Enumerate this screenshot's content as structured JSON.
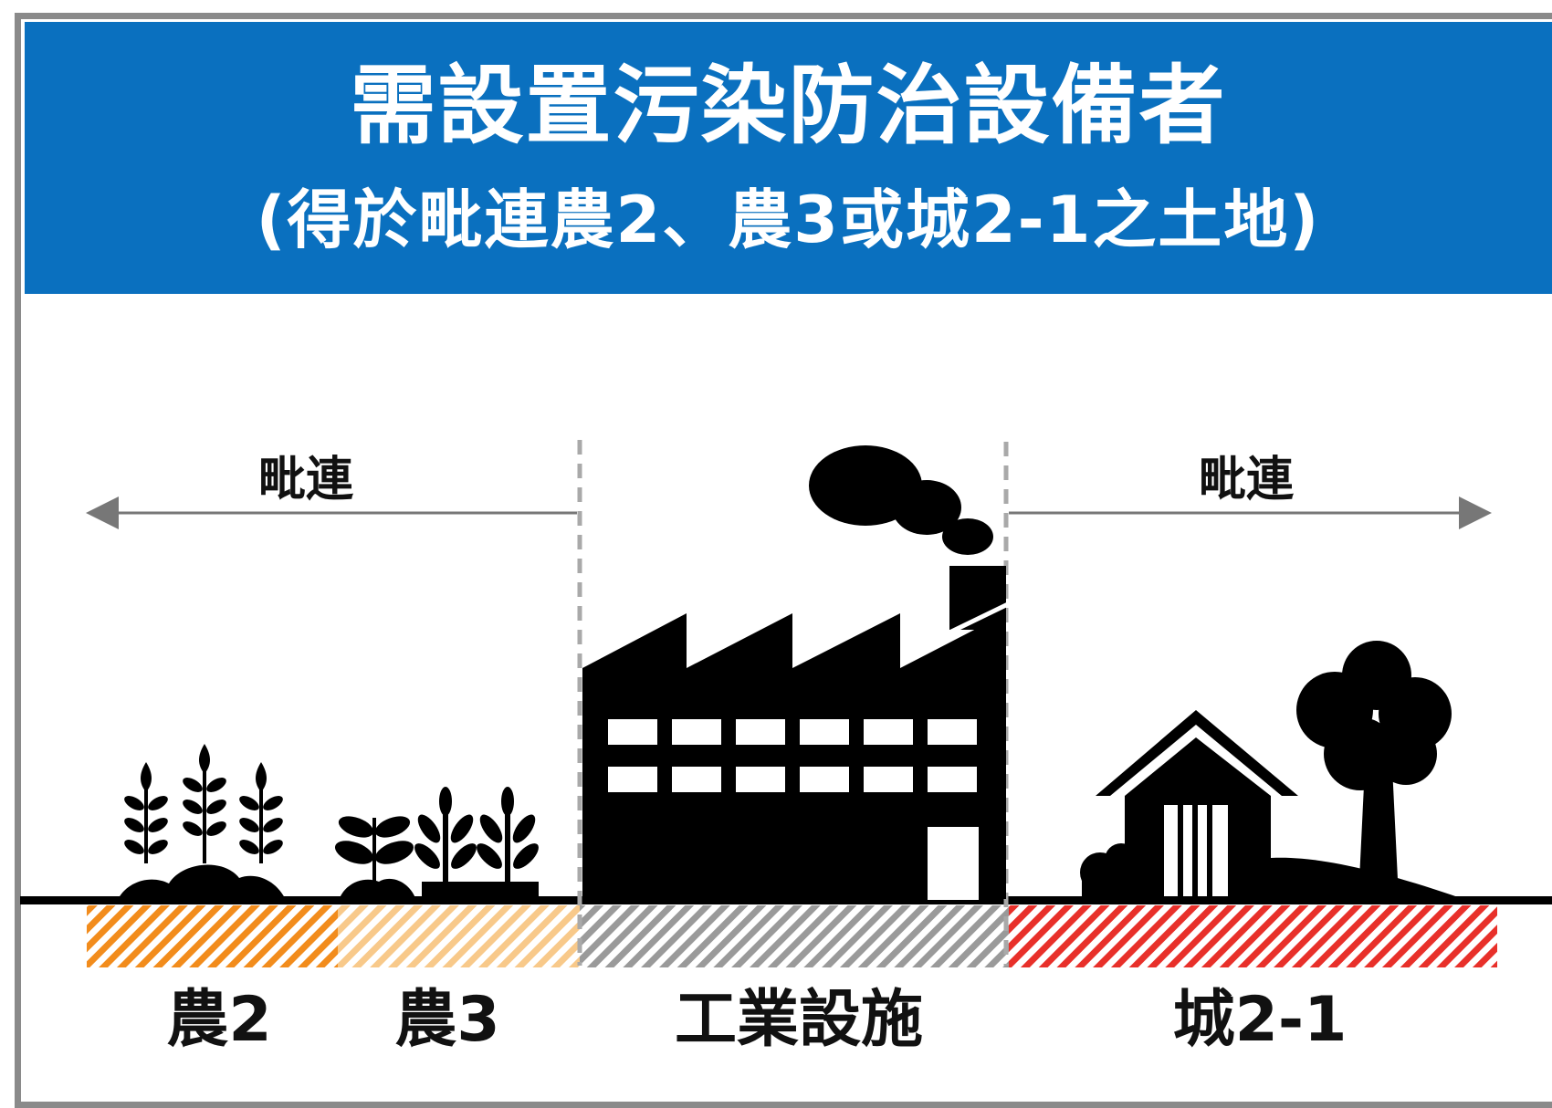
{
  "header": {
    "title": "需設置污染防治設備者",
    "subtitle": "(得於毗連農2、農3或城2-1之土地)"
  },
  "adjacency": {
    "left_label": "毗連",
    "right_label": "毗連"
  },
  "zones": [
    {
      "label": "農2",
      "color": "#f28c1c"
    },
    {
      "label": "農3",
      "color": "#f8c98a"
    },
    {
      "label": "工業設施",
      "color": "#9a9a9a"
    },
    {
      "label": "城2-1",
      "color": "#e8302a"
    }
  ],
  "icons": [
    "wheat-icon",
    "seedling-icon",
    "factory-icon",
    "house-icon",
    "tree-icon"
  ],
  "colors": {
    "banner": "#0a70bf",
    "ground": "#000000",
    "arrow": "#777777"
  }
}
